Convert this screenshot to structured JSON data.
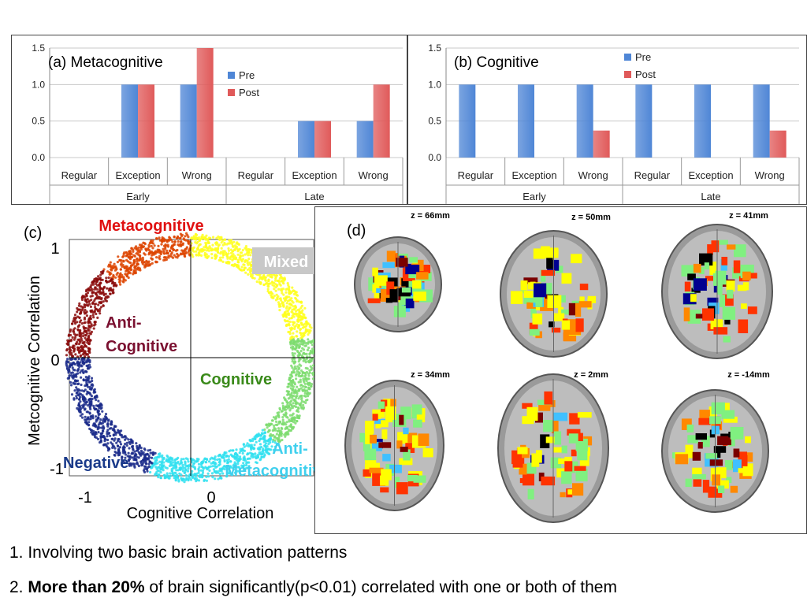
{
  "chart_data": [
    {
      "id": "a",
      "type": "bar",
      "title": "(a) Metacognitive",
      "ylim": [
        0,
        1.5
      ],
      "yticks": [
        "0.0",
        "0.5",
        "1.0",
        "1.5"
      ],
      "categories": [
        "Regular",
        "Exception",
        "Wrong",
        "Regular",
        "Exception",
        "Wrong"
      ],
      "groups": [
        "Early",
        "Late"
      ],
      "series": [
        {
          "name": "Pre",
          "color": "#4f86d6",
          "values": [
            0,
            1.0,
            1.0,
            0,
            0.5,
            0.5
          ]
        },
        {
          "name": "Post",
          "color": "#e05a5a",
          "values": [
            0,
            1.0,
            1.5,
            0,
            0.5,
            1.0
          ]
        }
      ],
      "legend": "top-right"
    },
    {
      "id": "b",
      "type": "bar",
      "title": "(b) Cognitive",
      "ylim": [
        0,
        1.5
      ],
      "yticks": [
        "0.0",
        "0.5",
        "1.0",
        "1.5"
      ],
      "categories": [
        "Regular",
        "Exception",
        "Wrong",
        "Regular",
        "Exception",
        "Wrong"
      ],
      "groups": [
        "Early",
        "Late"
      ],
      "series": [
        {
          "name": "Pre",
          "color": "#4f86d6",
          "values": [
            1.0,
            1.0,
            1.0,
            1.0,
            1.0,
            1.0
          ]
        },
        {
          "name": "Post",
          "color": "#e05a5a",
          "values": [
            0,
            0,
            0.37,
            0,
            0,
            0.37
          ]
        }
      ],
      "legend": "top-right"
    },
    {
      "id": "c",
      "type": "scatter",
      "panel_label": "(c)",
      "xlabel": "Cognitive Correlation",
      "ylabel": "Metcognitive Correlation",
      "xticks": [
        "-1",
        "0"
      ],
      "yticks": [
        "1",
        "0",
        "-1"
      ],
      "xlim": [
        -1,
        1
      ],
      "ylim": [
        -1,
        1
      ],
      "ring_radius": 0.9,
      "segments": [
        {
          "name": "Metacognitive",
          "label_color": "#e01010",
          "color": "#dd4400",
          "from_deg": 90,
          "to_deg": 135
        },
        {
          "name": "Mixed",
          "label_color": "#ffffff",
          "label_bg": "#c8c8c8",
          "color": "#ffff20",
          "from_deg": 10,
          "to_deg": 90
        },
        {
          "name": "Cognitive",
          "label_color": "#3a8a1a",
          "color": "#7ddc6e",
          "from_deg": -45,
          "to_deg": 10
        },
        {
          "name": "Anti-Metacognitive",
          "label_color": "#40d0ee",
          "color": "#30e0f0",
          "from_deg": -110,
          "to_deg": -45
        },
        {
          "name": "Negative",
          "label_color": "#1a3a8a",
          "color": "#1a2a8a",
          "from_deg": -180,
          "to_deg": -110
        },
        {
          "name": "Anti-Cognitive",
          "label_color": "#7a1030",
          "color": "#8a0a0a",
          "from_deg": 135,
          "to_deg": 180
        }
      ]
    }
  ],
  "brain_panel": {
    "panel_label": "(d)",
    "slices": [
      {
        "label": "z = 66mm"
      },
      {
        "label": "z = 50mm"
      },
      {
        "label": "z = 41mm"
      },
      {
        "label": "z = 34mm"
      },
      {
        "label": "z = 2mm"
      },
      {
        "label": "z = -14mm"
      }
    ],
    "colors": {
      "yellow": "#ffff00",
      "green": "#80f080",
      "cyan": "#40c0ff",
      "orange": "#ff8800",
      "red": "#ff3300",
      "darkred": "#7a0000",
      "navy": "#000090",
      "black": "#000000"
    }
  },
  "bullets": {
    "b1": "1. Involving two basic brain activation patterns",
    "b2_prefix": "2. ",
    "b2_bold": "More than 20%",
    "b2_rest": " of brain significantly(p<0.01) correlated with one or both of them"
  }
}
